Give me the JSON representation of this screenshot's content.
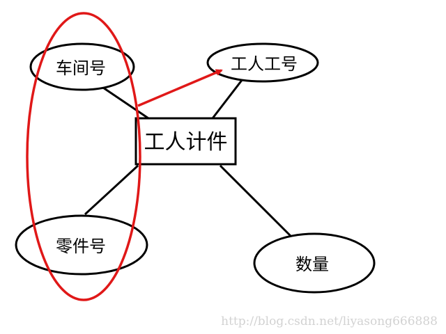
{
  "entity": {
    "label": "工人计件"
  },
  "attributes": {
    "workshop_no": "车间号",
    "worker_no": "工人工号",
    "part_no": "零件号",
    "quantity": "数量"
  },
  "annotation": {
    "highlight_color": "#e01818",
    "arrow_color": "#e01818"
  },
  "watermark": "http://blog.csdn.net/liyasong666888"
}
